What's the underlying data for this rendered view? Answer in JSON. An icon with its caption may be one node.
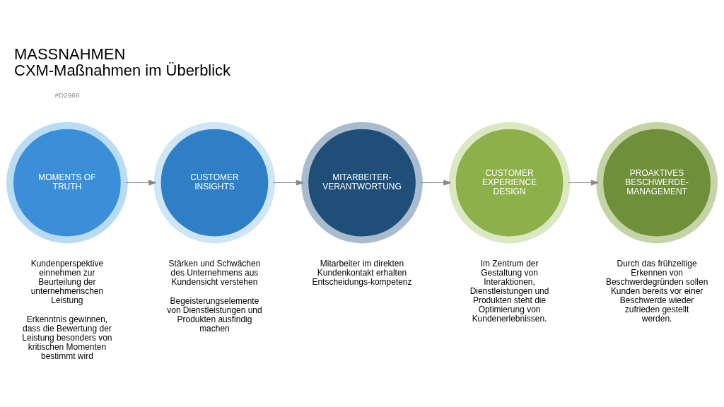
{
  "diagram": {
    "title": "MASSNAHMEN",
    "caption": "CXM-Maßnahmen im Überblick",
    "nodes": [
      {
        "text": [
          "MOMENTS OF TRUTH"
        ],
        "beside": [
          "Kundenperspektive einnehmen zur Beurteilung der unternehmerischen Leistung",
          "Erkenntnis gewinnen, dass die Bewertung der Leistung besonders von kritischen Momenten bestimmt wird"
        ]
      },
      {
        "text": [
          "CUSTOMER INSIGHTS"
        ],
        "beside": [
          "Stärken und Schwächen des Unternehmens aus Kundensicht verstehen",
          "Begeisterungselemente von Dienstleistungen und Produkten ausfindig machen"
        ]
      },
      {
        "text": [
          "MITARBEITER-VERANTWORTUNG"
        ],
        "beside": [
          "Mitarbeiter im direkten Kundenkontakt erhalten Entscheidungs-kompetenz"
        ]
      },
      {
        "text": [
          "CUSTOMER EXPERIENCE DESIGN"
        ],
        "beside": [
          "Im Zentrum der Gestaltung von Interaktionen, Dienstleistungen und Produkten steht die Optimierung von Kundenerlebnissen."
        ]
      },
      {
        "text": [
          "PROAKTIVES BESCHWERDE-MANAGEMENT"
        ],
        "beside": [
          "Durch das frühzeitige Erkennen von Beschwerdegründen sollen Kunden bereits vor einer Beschwerde wieder zufrieden gestellt werden."
        ]
      }
    ],
    "edges": [
      {
        "from": 0,
        "to": 1,
        "arrow": "to"
      },
      {
        "from": 1,
        "to": 2,
        "arrow": "to"
      },
      {
        "from": 2,
        "to": 3,
        "arrow": "to"
      },
      {
        "from": 3,
        "to": 4,
        "arrow": "to"
      }
    ],
    "labels": [
      "#D2968"
    ]
  }
}
